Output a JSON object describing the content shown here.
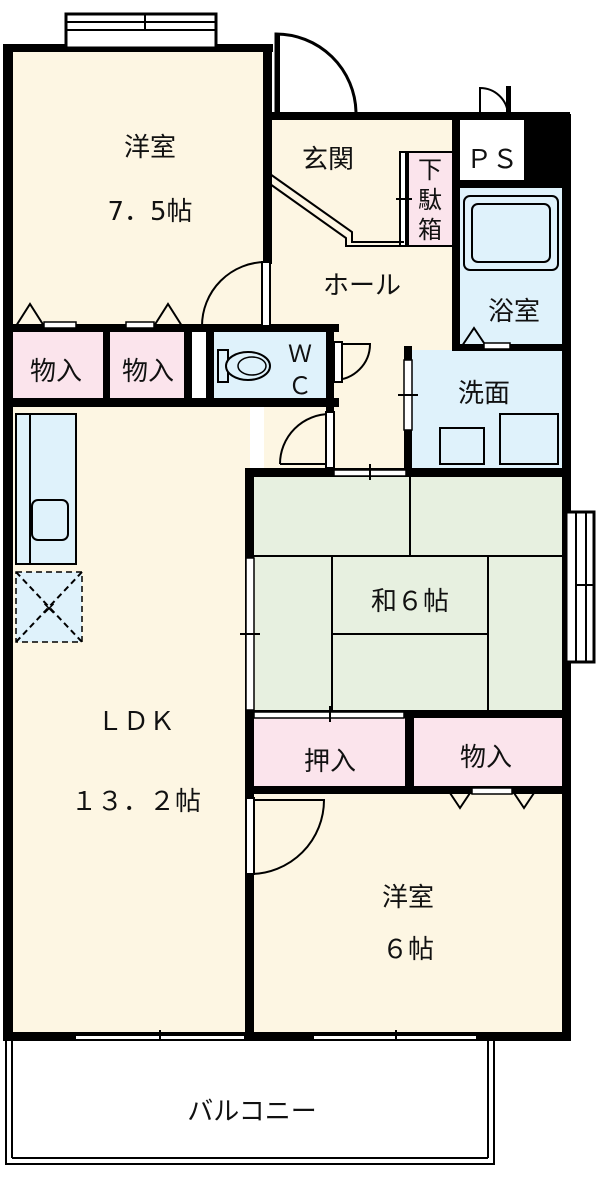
{
  "colors": {
    "western_room": "#fdf6e3",
    "storage": "#fbe4ec",
    "wet_area": "#dff2fb",
    "tatami": "#e7f0e0",
    "balcony": "#ffffff",
    "wall": "#000000"
  },
  "rooms": {
    "western_1_name": "洋室",
    "western_1_size": "7．5帖",
    "entrance": "玄関",
    "shoe_box": [
      "下",
      "駄",
      "箱"
    ],
    "pipe_space": "ＰＳ",
    "hall": "ホール",
    "bath": "浴室",
    "storage_1": "物入",
    "storage_2": "物入",
    "wc_w": "Ｗ",
    "wc_c": "Ｃ",
    "washroom": "洗面",
    "tatami_room": "和６帖",
    "ldk_name": "ＬＤＫ",
    "ldk_size": "１３．２帖",
    "closet_oshiire": "押入",
    "storage_3": "物入",
    "western_2_name": "洋室",
    "western_2_size": "６帖",
    "balcony": "バルコニー"
  },
  "icons": {
    "range_hood": "range-hood-x",
    "toilet": "toilet",
    "bathtub": "bathtub",
    "sink": "kitchen-sink"
  }
}
